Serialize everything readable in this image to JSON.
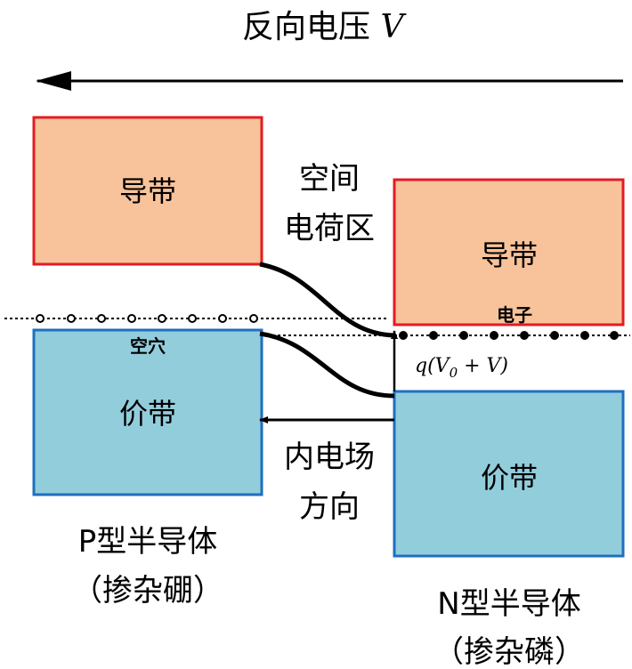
{
  "title": {
    "text": "反向电压",
    "var": "V"
  },
  "p_side": {
    "conduction": "导带",
    "valence": "价带",
    "holes": "空穴",
    "name": "P型半导体",
    "dopant": "（掺杂硼）"
  },
  "n_side": {
    "conduction": "导带",
    "valence": "价带",
    "electrons": "电子",
    "name": "N型半导体",
    "dopant": "（掺杂磷）"
  },
  "depletion": {
    "line1": "空间",
    "line2": "电荷区"
  },
  "field": {
    "line1": "内电场",
    "line2": "方向"
  },
  "barrier": {
    "q": "q(",
    "v0": "V",
    "sub": "0",
    "rest": " + V)"
  },
  "colors": {
    "conduction_fill": "#f8c39a",
    "conduction_stroke": "#e31b23",
    "valence_fill": "#92cddc",
    "valence_stroke": "#1e6fc0"
  }
}
